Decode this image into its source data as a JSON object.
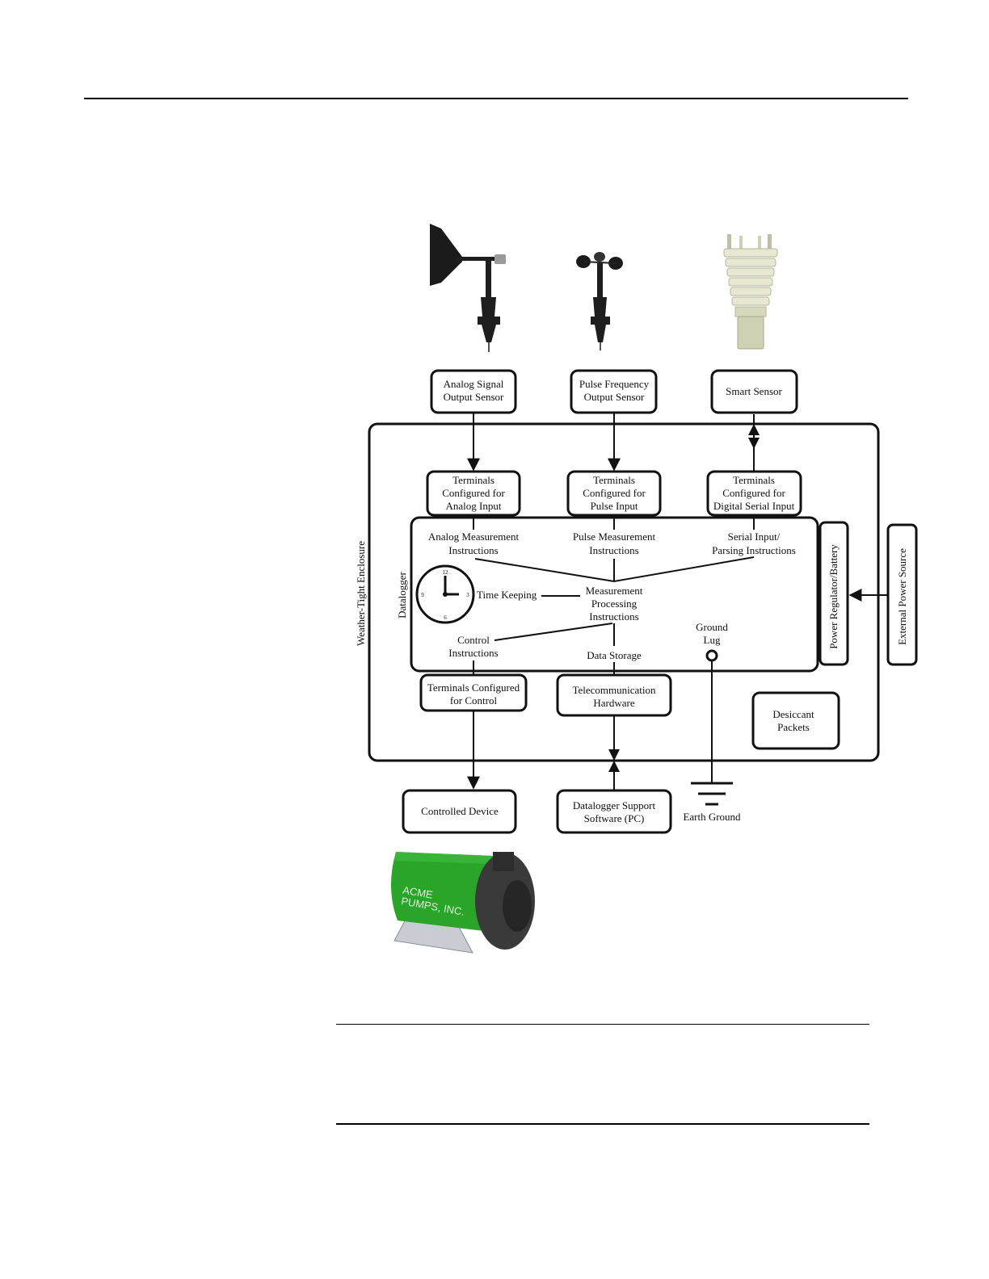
{
  "figure": {
    "sensors": {
      "analog": [
        "Analog Signal",
        "Output Sensor"
      ],
      "pulse": [
        "Pulse Frequency",
        "Output Sensor"
      ],
      "smart": [
        "Smart Sensor"
      ]
    },
    "enclosure_label": "Weather-Tight Enclosure",
    "terminals": {
      "analog": [
        "Terminals",
        "Configured for",
        "Analog Input"
      ],
      "pulse": [
        "Terminals",
        "Configured for",
        "Pulse Input"
      ],
      "serial": [
        "Terminals",
        "Configured for",
        "Digital Serial Input"
      ],
      "control": [
        "Terminals Configured",
        "for Control"
      ]
    },
    "datalogger": {
      "label": "Datalogger",
      "analog_instructions": [
        "Analog Measurement",
        "Instructions"
      ],
      "pulse_instructions": [
        "Pulse Measurement",
        "Instructions"
      ],
      "serial_instructions": [
        "Serial Input/",
        "Parsing Instructions"
      ],
      "time_keeping": "Time Keeping",
      "processing": [
        "Measurement",
        "Processing",
        "Instructions"
      ],
      "control_instructions": [
        "Control",
        "Instructions"
      ],
      "data_storage": "Data Storage",
      "ground_lug": [
        "Ground",
        "Lug"
      ],
      "clock_numbers": [
        "12",
        "3",
        "6",
        "9"
      ]
    },
    "power_regulator": "Power Regulator/Battery",
    "external_power": "External Power Source",
    "telecom": [
      "Telecommunication",
      "Hardware"
    ],
    "desiccant": [
      "Desiccant",
      "Packets"
    ],
    "controlled_device": "Controlled Device",
    "support_software": [
      "Datalogger Support",
      "Software (PC)"
    ],
    "earth_ground": "Earth Ground",
    "pump_logo": {
      "line1": "ACME",
      "line2": "PUMPS, INC."
    },
    "colors": {
      "pump_body": "#2aa52a",
      "pump_end": "#3a3a3a",
      "sensor_cream": "#e8e8d2",
      "line": "#111111"
    }
  }
}
